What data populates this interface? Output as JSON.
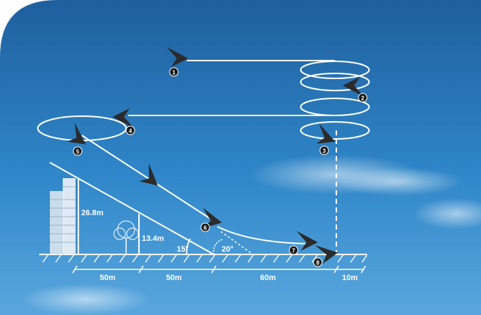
{
  "colors": {
    "sky_top": "#1f5f9e",
    "sky_mid": "#2f86c8",
    "sky_bottom": "#5aa7de",
    "line": "#ffffff",
    "bird": "#2b2b2b",
    "badge": "#1a1a1a",
    "badge_text": "#ffffff"
  },
  "buildings": {
    "tall": {
      "height_label": "26.8m"
    },
    "short": {
      "height_label": "13.4m"
    }
  },
  "angles": {
    "slope_angle": "15°",
    "descent_angle": "20°"
  },
  "distances": [
    "50m",
    "50m",
    "60m",
    "10m"
  ],
  "birds": [
    {
      "id": "1"
    },
    {
      "id": "2"
    },
    {
      "id": "3"
    },
    {
      "id": "4"
    },
    {
      "id": "5"
    },
    {
      "id": "6"
    },
    {
      "id": "7"
    },
    {
      "id": "8"
    }
  ]
}
